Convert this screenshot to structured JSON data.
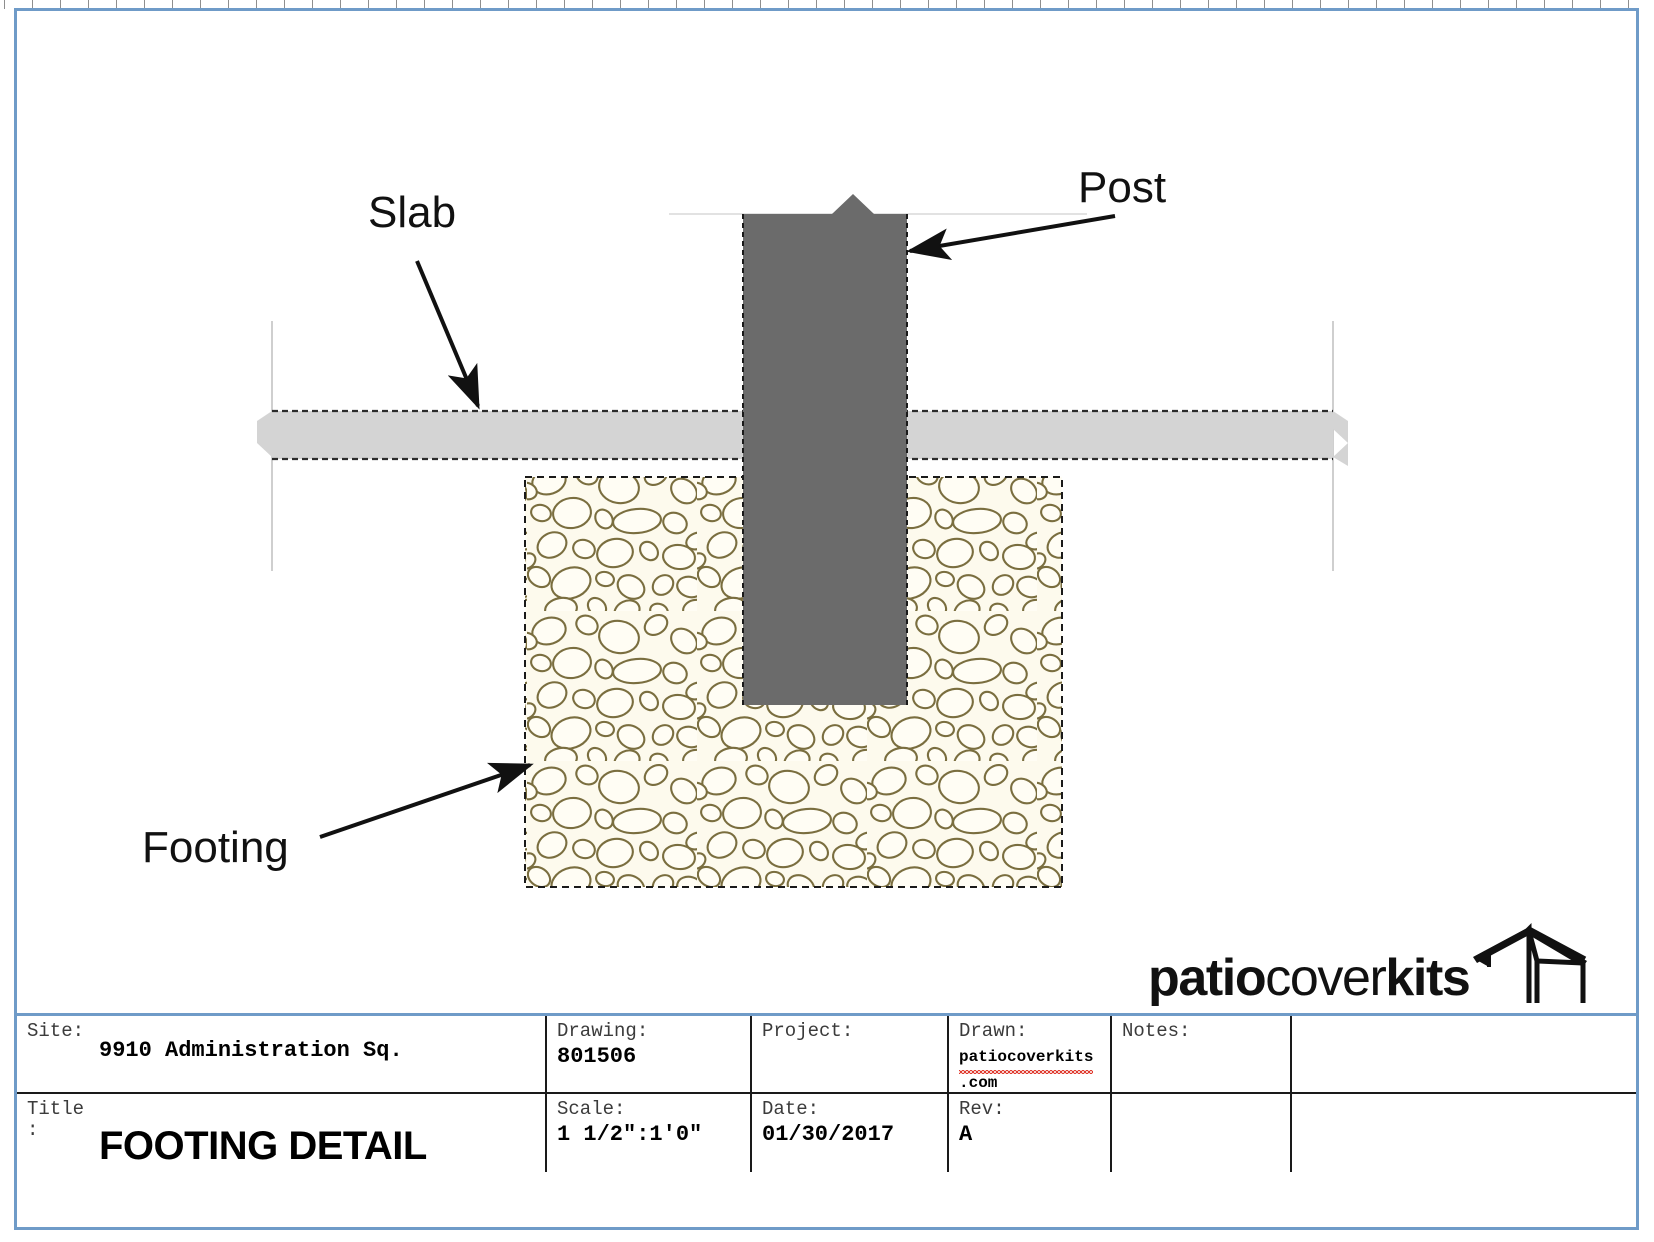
{
  "drawing": {
    "labels": [
      {
        "id": "slab",
        "text": "Slab"
      },
      {
        "id": "post",
        "text": "Post"
      },
      {
        "id": "footing",
        "text": "Footing"
      }
    ],
    "components": {
      "post": {
        "name": "Post",
        "fill": "#6b6b6b",
        "edge": "#1a1a1a",
        "break_symbol": "zigzag-notch"
      },
      "slab": {
        "name": "Slab",
        "fill": "#d4d4d4",
        "edge": "#2b2b2b",
        "edge_style": "dashed",
        "break_symbol": "zigzag-end"
      },
      "footing": {
        "name": "Footing",
        "fill": "#fdfaed",
        "hatch": "aggregate-concrete",
        "hatch_color": "#7a6e3f",
        "edge": "#1a1a1a",
        "edge_style": "dashed"
      },
      "grade_line": {
        "name": "Grade Line",
        "color": "#c9c9c9"
      }
    }
  },
  "logo": {
    "part1": "patio",
    "part2": "cover",
    "part3": "kits",
    "mark": "patio-cover-house-icon"
  },
  "titleblock": {
    "row1": {
      "site": {
        "label": "Site:",
        "value": "9910 Administration Sq."
      },
      "drawing": {
        "label": "Drawing:",
        "value": "801506"
      },
      "project": {
        "label": "Project:",
        "value": ""
      },
      "drawn": {
        "label": "Drawn:",
        "value_misspelled": "patiocoverkits",
        "value_rest": ".com"
      },
      "notes": {
        "label": "Notes:",
        "value": ""
      }
    },
    "row2": {
      "title": {
        "label": "Title\n:",
        "value": "FOOTING DETAIL"
      },
      "scale": {
        "label": "Scale:",
        "value": "1 1/2\":1'0\""
      },
      "date": {
        "label": "Date:",
        "value": "01/30/2017"
      },
      "rev": {
        "label": "Rev:",
        "value": "A"
      }
    }
  },
  "colors": {
    "border": "#6f9bc8",
    "post": "#6b6b6b",
    "slab": "#d4d4d4",
    "footing_bg": "#fdfaed",
    "footing_hatch": "#7a6e3f",
    "spellcheck": "#e03b2f"
  }
}
